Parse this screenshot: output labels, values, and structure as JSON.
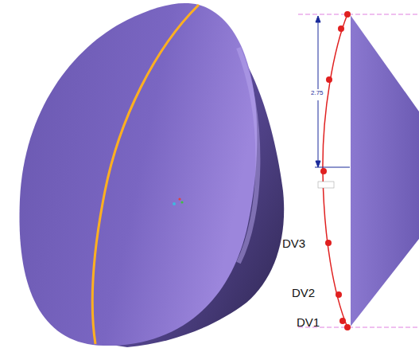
{
  "diagram": {
    "labels": [
      "2.75",
      "DV3",
      "DV2",
      "DV1"
    ]
  }
}
